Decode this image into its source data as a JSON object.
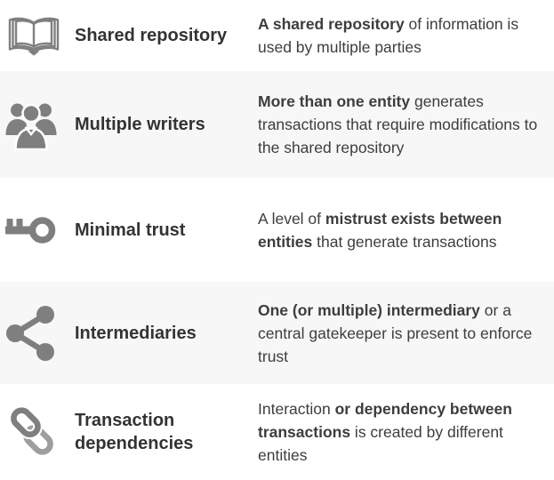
{
  "table": {
    "rows": [
      {
        "icon": "open-book-icon",
        "title": "Shared repository",
        "description": [
          {
            "text": "A shared repository",
            "bold": true
          },
          {
            "text": " of information is used by multiple parties",
            "bold": false
          }
        ]
      },
      {
        "icon": "people-group-icon",
        "title": "Multiple writers",
        "description": [
          {
            "text": "More than one entity",
            "bold": true
          },
          {
            "text": " generates transactions that require modifications to the shared repository",
            "bold": false
          }
        ]
      },
      {
        "icon": "key-icon",
        "title": "Minimal trust",
        "description": [
          {
            "text": "A level of ",
            "bold": false
          },
          {
            "text": "mistrust exists between entities",
            "bold": true
          },
          {
            "text": " that generate transactions",
            "bold": false
          }
        ]
      },
      {
        "icon": "share-network-icon",
        "title": "Intermediaries",
        "description": [
          {
            "text": "One (or multiple) intermediary",
            "bold": true
          },
          {
            "text": " or a central gatekeeper is present to enforce trust",
            "bold": false
          }
        ]
      },
      {
        "icon": "chain-links-icon",
        "title": "Transaction dependencies",
        "description": [
          {
            "text": "Interaction ",
            "bold": false
          },
          {
            "text": "or dependency between transactions",
            "bold": true
          },
          {
            "text": " is created by different entities",
            "bold": false
          }
        ]
      }
    ]
  },
  "colors": {
    "icon_gray": "#7f7f7f",
    "icon_gray_light": "#9e9e9e",
    "title_text": "#333333",
    "body_text": "#3d3d3d",
    "row_bg": "#ffffff",
    "row_alt_bg": "#f7f7f7"
  }
}
